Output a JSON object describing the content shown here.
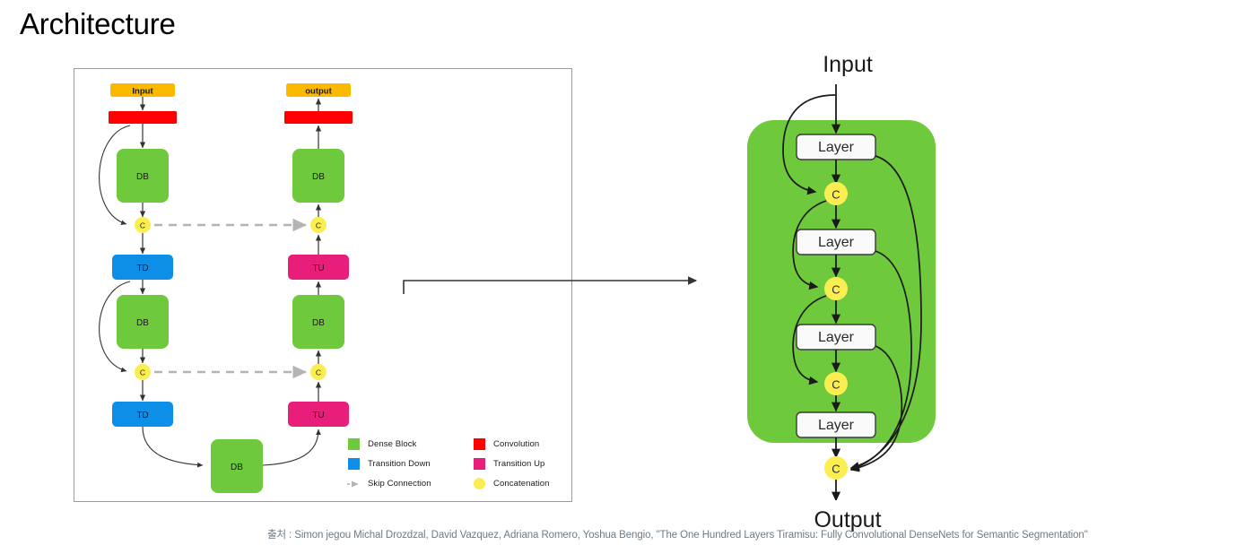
{
  "slide": {
    "title": "Architecture",
    "citation": "출처 : Simon jegou Michal Drozdzal, David Vazquez, Adriana Romero, Yoshua Bengio, \"The One Hundred Layers Tiramisu: Fully Convolutional DenseNets for Semantic Segmentation\""
  },
  "colors": {
    "dense_block": "#6FC93C",
    "convolution": "#FF0000",
    "transition_down": "#0D8FE8",
    "transition_up": "#E91E7B",
    "concatenation": "#FBEE50",
    "input_output": "#FBBA00",
    "skip_connection": "#B4B4B4",
    "frame_border": "#9A9A9A",
    "arrow": "#333333",
    "citation_text": "#6D7B86",
    "title_text": "#000000",
    "right_panel_green": "#6FC93C",
    "layer_box": "#FAFAFA"
  },
  "left_diagram": {
    "encoder": {
      "input_label": "Input",
      "blocks": [
        {
          "type": "input",
          "label": "Input"
        },
        {
          "type": "convolution",
          "label": ""
        },
        {
          "type": "dense_block",
          "label": "DB"
        },
        {
          "type": "concatenation",
          "label": "C"
        },
        {
          "type": "transition_down",
          "label": "TD"
        },
        {
          "type": "dense_block",
          "label": "DB"
        },
        {
          "type": "concatenation",
          "label": "C"
        },
        {
          "type": "transition_down",
          "label": "TD"
        }
      ]
    },
    "decoder": {
      "output_label": "output",
      "blocks": [
        {
          "type": "input",
          "label": "output"
        },
        {
          "type": "convolution",
          "label": ""
        },
        {
          "type": "dense_block",
          "label": "DB"
        },
        {
          "type": "concatenation",
          "label": "C"
        },
        {
          "type": "transition_up",
          "label": "TU"
        },
        {
          "type": "dense_block",
          "label": "DB"
        },
        {
          "type": "concatenation",
          "label": "C"
        },
        {
          "type": "transition_up",
          "label": "TU"
        }
      ]
    },
    "bottleneck": {
      "type": "dense_block",
      "label": "DB"
    },
    "skip_connection_count": 2
  },
  "legend": {
    "column_left": [
      {
        "label": "Dense Block",
        "swatch": "dense_block",
        "shape": "square"
      },
      {
        "label": "Transition Down",
        "swatch": "transition_down",
        "shape": "square"
      },
      {
        "label": "Skip Connection",
        "swatch": "skip_connection",
        "shape": "dashed-arrow"
      }
    ],
    "column_right": [
      {
        "label": "Convolution",
        "swatch": "convolution",
        "shape": "square"
      },
      {
        "label": "Transition Up",
        "swatch": "transition_up",
        "shape": "square"
      },
      {
        "label": "Concatenation",
        "swatch": "concatenation",
        "shape": "circle"
      }
    ]
  },
  "right_diagram": {
    "input_label": "Input",
    "output_label": "Output",
    "layer_label": "Layer",
    "concat_label": "C",
    "layer_count": 4,
    "concat_count": 4,
    "layers": [
      {
        "label": "Layer"
      },
      {
        "label": "Layer"
      },
      {
        "label": "Layer"
      },
      {
        "label": "Layer"
      }
    ],
    "concats": [
      {
        "label": "C"
      },
      {
        "label": "C"
      },
      {
        "label": "C"
      },
      {
        "label": "C"
      }
    ]
  }
}
